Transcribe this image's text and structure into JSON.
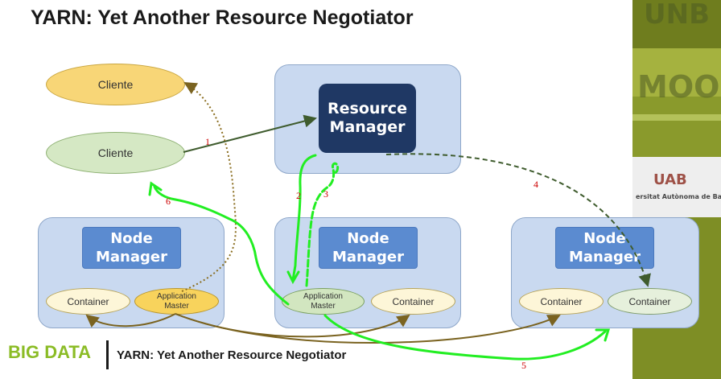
{
  "title": "YARN: Yet Another Resource Negotiator",
  "resource_manager": {
    "line1": "Resource",
    "line2": "Manager"
  },
  "node_manager": {
    "line1": "Node",
    "line2": "Manager"
  },
  "clients": [
    "Cliente",
    "Cliente"
  ],
  "containers": {
    "container": "Container",
    "app_master_line1": "Application",
    "app_master_line2": "Master"
  },
  "step_numbers": [
    "1",
    "2",
    "3",
    "4",
    "5",
    "6"
  ],
  "footer": {
    "logo": "BIG DATA",
    "text": "YARN: Yet Another Resource Negotiator"
  },
  "webcam_overlay": {
    "t1": "UNB",
    "t2": "MOO",
    "t3": "UAB",
    "t4": "ersitat Autònoma de Barcelo"
  },
  "colors": {
    "rm_box": "#1f3864",
    "nm_box": "#5b8bd0",
    "panel": "#c9d9f0",
    "hand_drawn": "#22ee22",
    "step_number": "#cc0000",
    "logo": "#8bbc26"
  }
}
